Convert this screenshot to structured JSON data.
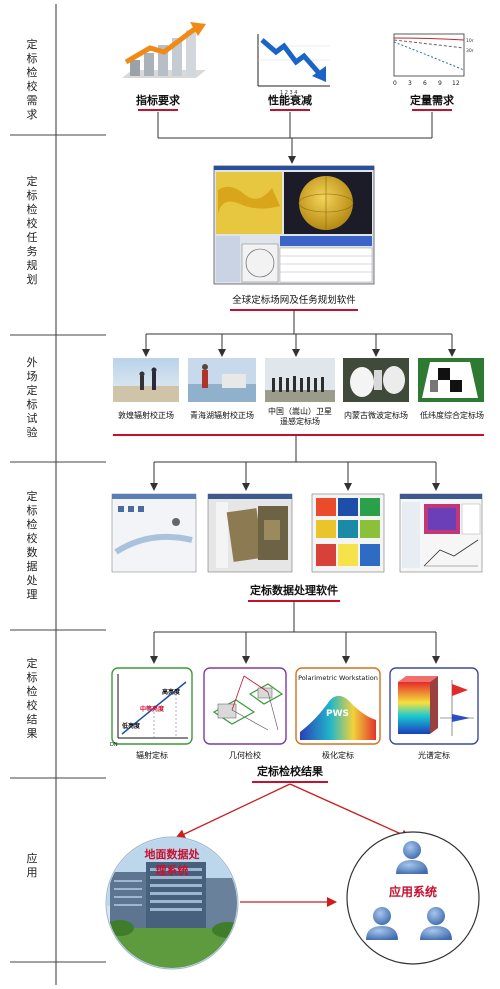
{
  "stages": [
    {
      "label": "定标检校需求"
    },
    {
      "label": "定标检校任务规划"
    },
    {
      "label": "外场定标试验"
    },
    {
      "label": "定标检校数据处理"
    },
    {
      "label": "定标检校结果"
    },
    {
      "label": "应用"
    }
  ],
  "requirements": {
    "items": [
      {
        "label": "指标要求"
      },
      {
        "label": "性能衰减"
      },
      {
        "label": "定量需求"
      }
    ],
    "chart_axis_ticks": [
      "0",
      "3",
      "6",
      "9",
      "12"
    ]
  },
  "planning": {
    "caption": "全球定标场网及任务规划软件"
  },
  "field": {
    "sites": [
      {
        "caption_lines": [
          "敦煌辐射校正场"
        ]
      },
      {
        "caption_lines": [
          "青海湖辐射校正场"
        ]
      },
      {
        "caption_lines": [
          "中国（嵩山）卫星",
          "遥感定标场"
        ]
      },
      {
        "caption_lines": [
          "内蒙古微波定标场"
        ]
      },
      {
        "caption_lines": [
          "低纬度综合定标场"
        ]
      }
    ]
  },
  "processing": {
    "caption": "定标数据处理软件"
  },
  "results": {
    "items": [
      {
        "caption": "辐射定标",
        "labels": [
          "高亮度",
          "中等亮度",
          "低亮度",
          "DN"
        ]
      },
      {
        "caption": "几何检校"
      },
      {
        "caption": "极化定标",
        "labels": [
          "Polarimetric Workstation",
          "PWS"
        ]
      },
      {
        "caption": "光谱定标"
      }
    ],
    "caption": "定标检校结果"
  },
  "application": {
    "ground_system": "地面数据处理系统",
    "app_system": "应用系统"
  },
  "colors": {
    "accent_red": "#c8102e",
    "arrow_red": "#cc1c1c",
    "line": "#333333"
  }
}
